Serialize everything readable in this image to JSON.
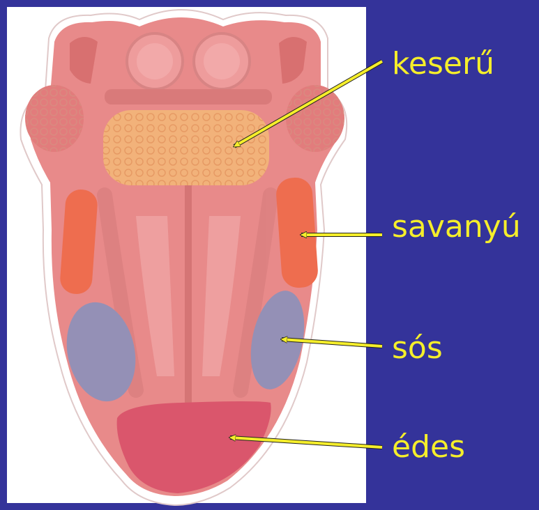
{
  "labels": {
    "bitter": "keserű",
    "sour": "savanyú",
    "salty": "sós",
    "sweet": "édes"
  },
  "colors": {
    "background": "#34339a",
    "panel": "#ffffff",
    "label_text": "#f5ee2b",
    "arrow": "#f5ee2b",
    "tongue": "#e88a8a",
    "bitter_zone": "#f2b27a",
    "sour_zone": "#ee6d4f",
    "salty_zone": "#9490b6",
    "sweet_zone": "#da566c"
  }
}
